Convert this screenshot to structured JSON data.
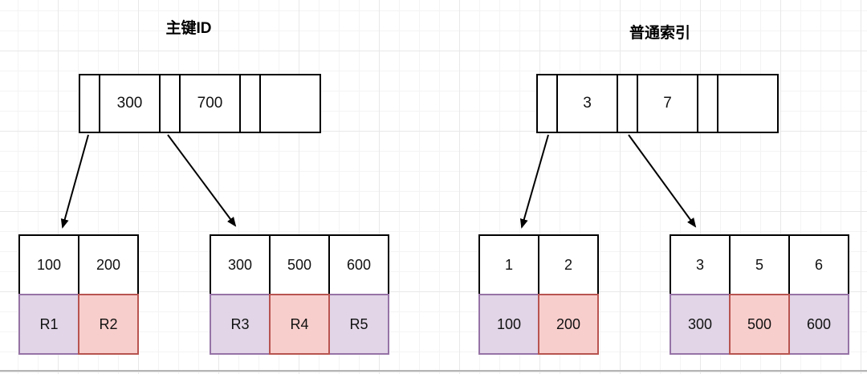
{
  "colors": {
    "stroke": "#000000",
    "purple_fill": "#e1d5e7",
    "purple_border": "#9673a6",
    "red_fill": "#f8cecc",
    "red_border": "#b85450",
    "grid_minor": "#f4f4f4",
    "grid_major": "#e8e8e8"
  },
  "diagrams": [
    {
      "title": "主键ID",
      "root": {
        "cells": [
          "",
          "300",
          "",
          "700",
          "",
          ""
        ]
      },
      "leaves": [
        {
          "keys": [
            "100",
            "200"
          ],
          "records": [
            "R1",
            "R2"
          ],
          "record_colors": [
            "purple",
            "red"
          ]
        },
        {
          "keys": [
            "300",
            "500",
            "600"
          ],
          "records": [
            "R3",
            "R4",
            "R5"
          ],
          "record_colors": [
            "purple",
            "red",
            "purple"
          ]
        }
      ]
    },
    {
      "title": "普通索引",
      "root": {
        "cells": [
          "",
          "3",
          "",
          "7",
          "",
          ""
        ]
      },
      "leaves": [
        {
          "keys": [
            "1",
            "2"
          ],
          "records": [
            "100",
            "200"
          ],
          "record_colors": [
            "purple",
            "red"
          ]
        },
        {
          "keys": [
            "3",
            "5",
            "6"
          ],
          "records": [
            "300",
            "500",
            "600"
          ],
          "record_colors": [
            "purple",
            "red",
            "purple"
          ]
        }
      ]
    }
  ]
}
